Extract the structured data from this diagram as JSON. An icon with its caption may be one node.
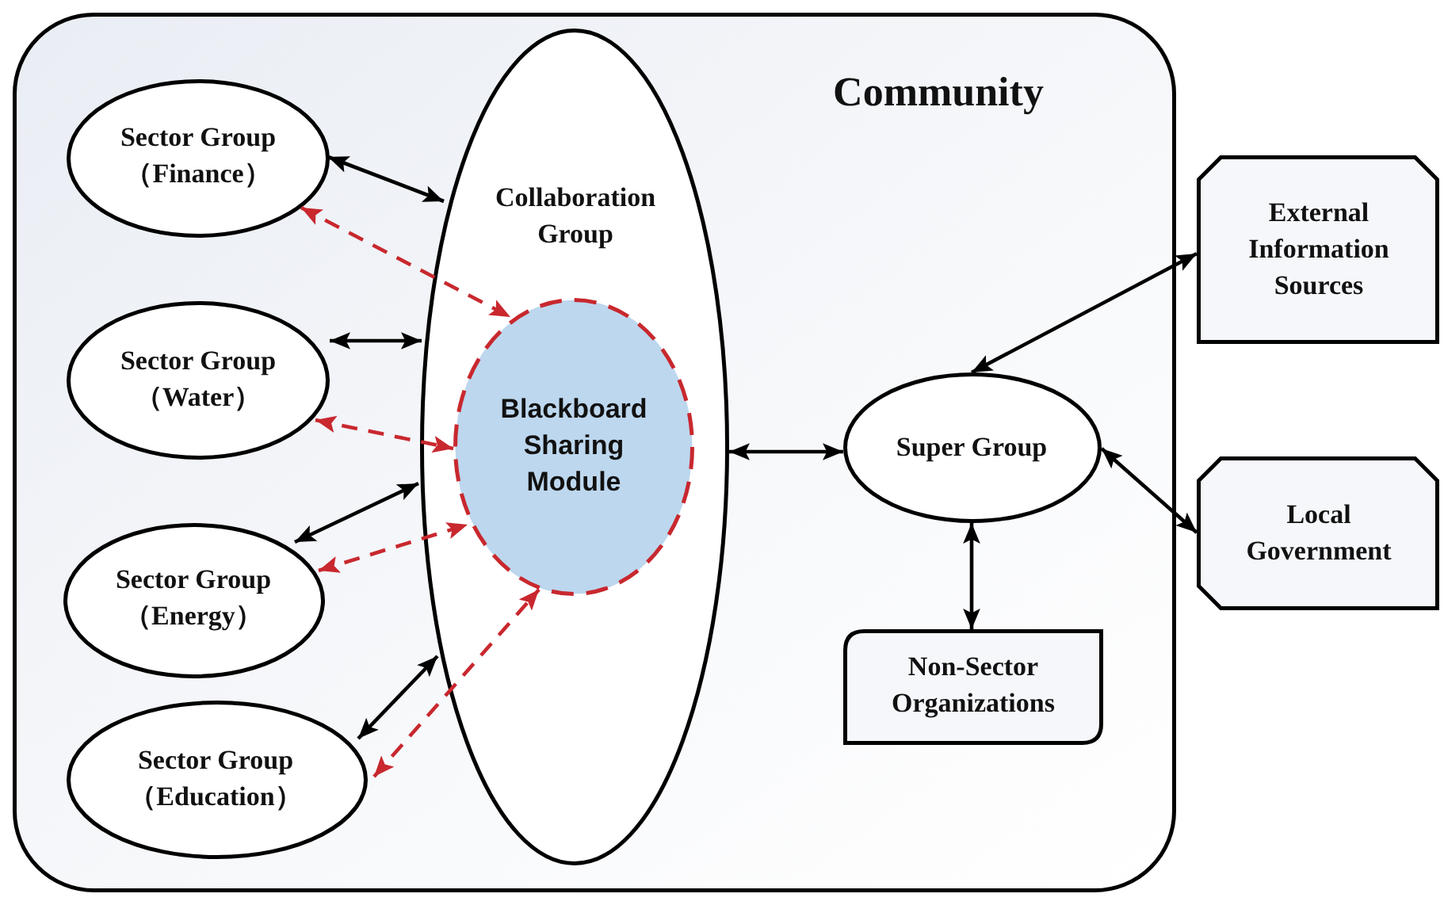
{
  "diagram": {
    "nodes": [
      {
        "text": [
          "Community"
        ]
      },
      {
        "text": [
          "Sector Group （Finance）"
        ],
        "in": 0
      },
      {
        "text": [
          "Collaboration Group"
        ],
        "in": 0
      },
      {
        "text": [
          "Blackboard Sharing Module"
        ],
        "in": 2
      },
      {
        "text": [
          "Sector Group （Water）"
        ],
        "in": 0
      },
      {
        "text": [
          "Sector Group （Energy）"
        ],
        "in": 0
      },
      {
        "text": [
          "Sector Group （Education）"
        ],
        "in": 0
      },
      {
        "text": [
          "Super Group"
        ],
        "in": 0
      },
      {
        "text": [
          "Non-Sector Organizations"
        ],
        "in": 0
      },
      {
        "text": [
          "External Information Sources"
        ]
      },
      {
        "text": [
          "Local Government"
        ]
      }
    ],
    "edges": [
      {
        "from": 1,
        "to": 2,
        "arrow": "both"
      },
      {
        "from": 4,
        "to": 2,
        "arrow": "both"
      },
      {
        "from": 5,
        "to": 2,
        "arrow": "both"
      },
      {
        "from": 6,
        "to": 2,
        "arrow": "both"
      },
      {
        "from": 1,
        "to": 3,
        "arrow": "both",
        "style": "dashed",
        "color": "#c8282e"
      },
      {
        "from": 4,
        "to": 3,
        "arrow": "both",
        "style": "dashed",
        "color": "#c8282e"
      },
      {
        "from": 5,
        "to": 3,
        "arrow": "both",
        "style": "dashed",
        "color": "#c8282e"
      },
      {
        "from": 6,
        "to": 3,
        "arrow": "both",
        "style": "dashed",
        "color": "#c8282e"
      },
      {
        "from": 2,
        "to": 7,
        "arrow": "both"
      },
      {
        "from": 7,
        "to": 9,
        "arrow": "both"
      },
      {
        "from": 7,
        "to": 10,
        "arrow": "both"
      },
      {
        "from": 7,
        "to": 8,
        "arrow": "both"
      }
    ]
  }
}
